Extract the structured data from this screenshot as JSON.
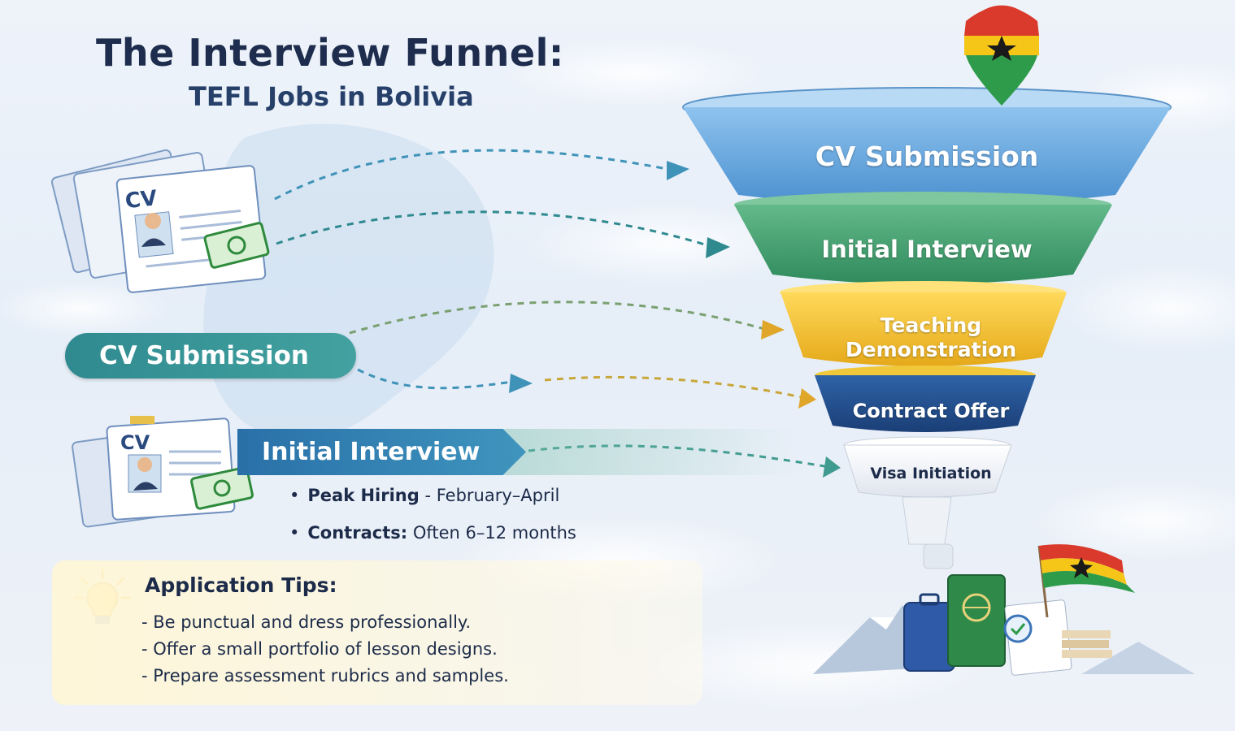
{
  "header": {
    "title": "The Interview Funnel:",
    "subtitle": "TEFL Jobs in Bolivia"
  },
  "left_panel": {
    "cv_pill_label": "CV Submission",
    "initial_interview_label": "Initial Interview",
    "cv_doc_label": "CV",
    "facts": [
      {
        "label": "Peak Hiring",
        "separator": " - ",
        "value": "February–April"
      },
      {
        "label": "Contracts:",
        "separator": " ",
        "value": "Often 6–12 months"
      }
    ]
  },
  "tips": {
    "title": "Application Tips:",
    "items": [
      "- Be punctual and dress professionally.",
      "- Offer a small portfolio of lesson designs.",
      "- Prepare assessment rubrics and samples."
    ]
  },
  "funnel": {
    "stages": [
      {
        "label": "CV Submission",
        "color": "#5b9fd8"
      },
      {
        "label": "Initial Interview",
        "color": "#3d9a6b"
      },
      {
        "label": "Teaching Demonstration",
        "label_lines": [
          "Teaching",
          "Demonstration"
        ],
        "color": "#f0bf2a"
      },
      {
        "label": "Contract Offer",
        "color": "#23518f"
      },
      {
        "label": "Visa Initiation",
        "color": "#f2f4f8"
      }
    ]
  },
  "icons": [
    "map-pin-flag-icon",
    "cv-document-icon",
    "money-bill-icon",
    "lightbulb-icon",
    "suitcase-icon",
    "passport-icon",
    "flag-icon",
    "mountain-icon"
  ],
  "colors": {
    "title": "#1e2d4d",
    "teal": "#2f8a8f",
    "blue": "#2970a8",
    "flag_red": "#d93a2b",
    "flag_yellow": "#f5c518",
    "flag_green": "#2e9b4a"
  }
}
